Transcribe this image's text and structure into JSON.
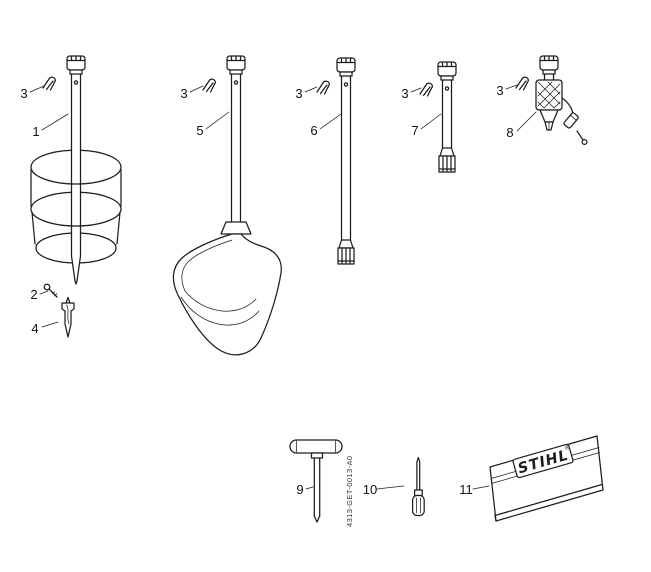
{
  "diagram": {
    "doc_code": "4313-GET-0013-A0",
    "pouch_brand": "STIHL",
    "pouch_brand_mark": "®",
    "callouts": {
      "n1": "1",
      "n2": "2",
      "n3a": "3",
      "n3b": "3",
      "n3c": "3",
      "n3d": "3",
      "n3e": "3",
      "n4": "4",
      "n5": "5",
      "n6": "6",
      "n7": "7",
      "n8": "8",
      "n9": "9",
      "n10": "10",
      "n11": "11"
    }
  }
}
